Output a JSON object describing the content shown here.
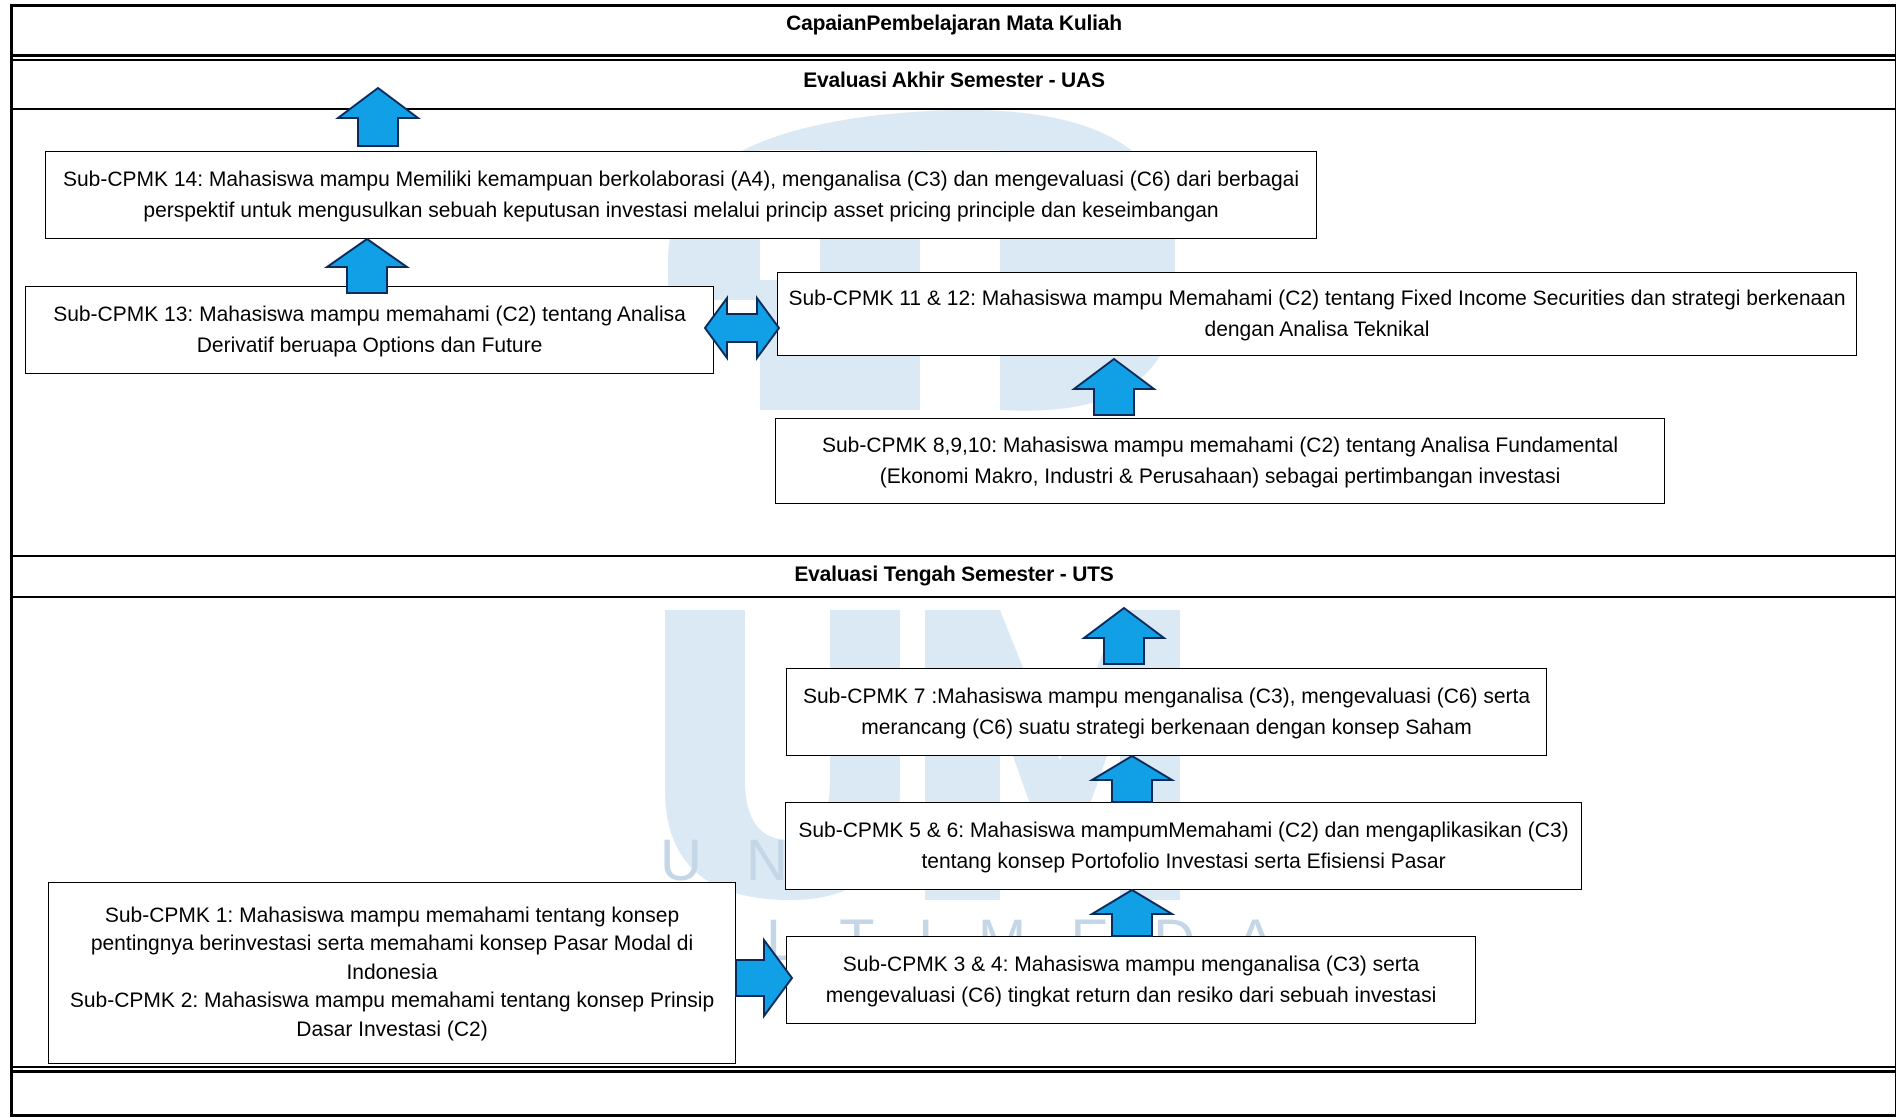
{
  "headers": {
    "top": "CapaianPembelajaran Mata Kuliah",
    "uas": "Evaluasi Akhir Semester - UAS",
    "uts": "Evaluasi Tengah Semester - UTS"
  },
  "boxes": {
    "cpmk14": "Sub-CPMK 14: Mahasiswa mampu Memiliki kemampuan berkolaborasi (A4), menganalisa (C3) dan mengevaluasi (C6) dari berbagai perspektif untuk mengusulkan sebuah keputusan investasi melalui princip asset pricing principle dan keseimbangan",
    "cpmk13": "Sub-CPMK 13: Mahasiswa mampu memahami (C2) tentang Analisa Derivatif beruapa Options dan Future",
    "cpmk11_12": "Sub-CPMK 11 & 12: Mahasiswa mampu Memahami (C2) tentang Fixed Income Securities dan strategi berkenaan dengan Analisa Teknikal",
    "cpmk8_10": "Sub-CPMK 8,9,10: Mahasiswa mampu memahami (C2) tentang Analisa Fundamental (Ekonomi Makro, Industri & Perusahaan) sebagai pertimbangan investasi",
    "cpmk7": "Sub-CPMK 7 :Mahasiswa mampu menganalisa (C3), mengevaluasi (C6) serta merancang (C6) suatu strategi berkenaan dengan konsep Saham",
    "cpmk5_6": "Sub-CPMK 5 & 6: Mahasiswa mampumMemahami (C2) dan mengaplikasikan (C3) tentang konsep Portofolio Investasi serta Efisiensi Pasar",
    "cpmk3_4": "Sub-CPMK 3 & 4: Mahasiswa mampu menganalisa (C3) serta mengevaluasi (C6) tingkat return dan resiko dari sebuah investasi",
    "cpmk1_line1": "Sub-CPMK 1: Mahasiswa mampu memahami tentang konsep pentingnya berinvestasi serta memahami konsep Pasar Modal di Indonesia",
    "cpmk1_line2": "Sub-CPMK 2: Mahasiswa mampu memahami tentang konsep Prinsip Dasar Investasi (C2)"
  },
  "watermark": {
    "letters_row": "U N I V E R S I T A S",
    "letters_row2": "M U L T I M E D I A",
    "logo": "UMN"
  },
  "colors": {
    "arrow_fill": "#11a0e6",
    "arrow_stroke": "#0a2a5a",
    "watermark": "#cfe3f2"
  }
}
